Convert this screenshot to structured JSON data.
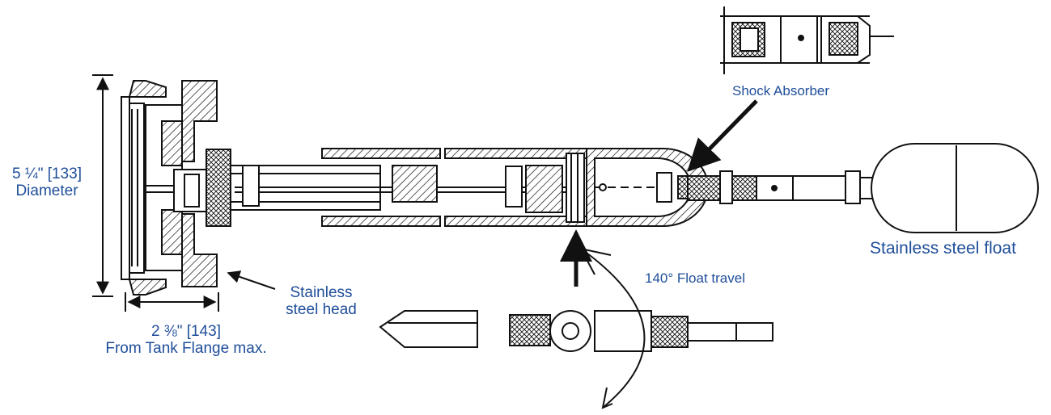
{
  "labels": {
    "diameter_line1": "5 ¼\" [133]",
    "diameter_line2": "Diameter",
    "length_line1": "2 ⅜\" [143]",
    "length_line2": "From Tank Flange max.",
    "head_line1": "Stainless",
    "head_line2": "steel head",
    "shock_absorber": "Shock Absorber",
    "float": "Stainless steel float",
    "float_travel": "140° Float travel"
  },
  "colors": {
    "label": "#1f4e9a",
    "ink": "#111111"
  }
}
